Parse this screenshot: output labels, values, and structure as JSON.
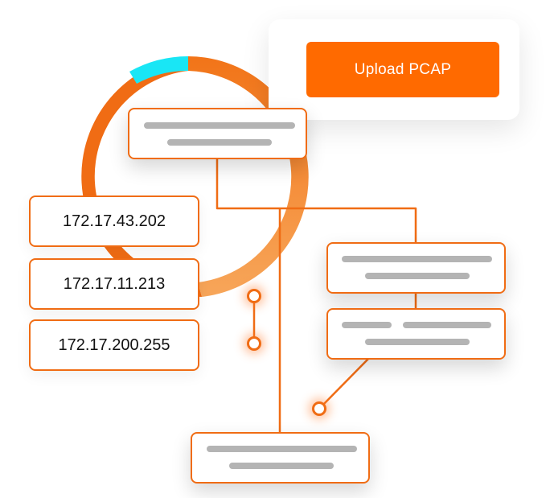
{
  "upload": {
    "button_label": "Upload PCAP"
  },
  "ip_addresses": [
    "172.17.43.202",
    "172.17.11.213",
    "172.17.200.255"
  ],
  "colors": {
    "accent": "#ff6a00",
    "ring_highlight": "#19e6f5",
    "ring_fade": "#f7a65a",
    "placeholder_bar": "#b4b4b4"
  }
}
